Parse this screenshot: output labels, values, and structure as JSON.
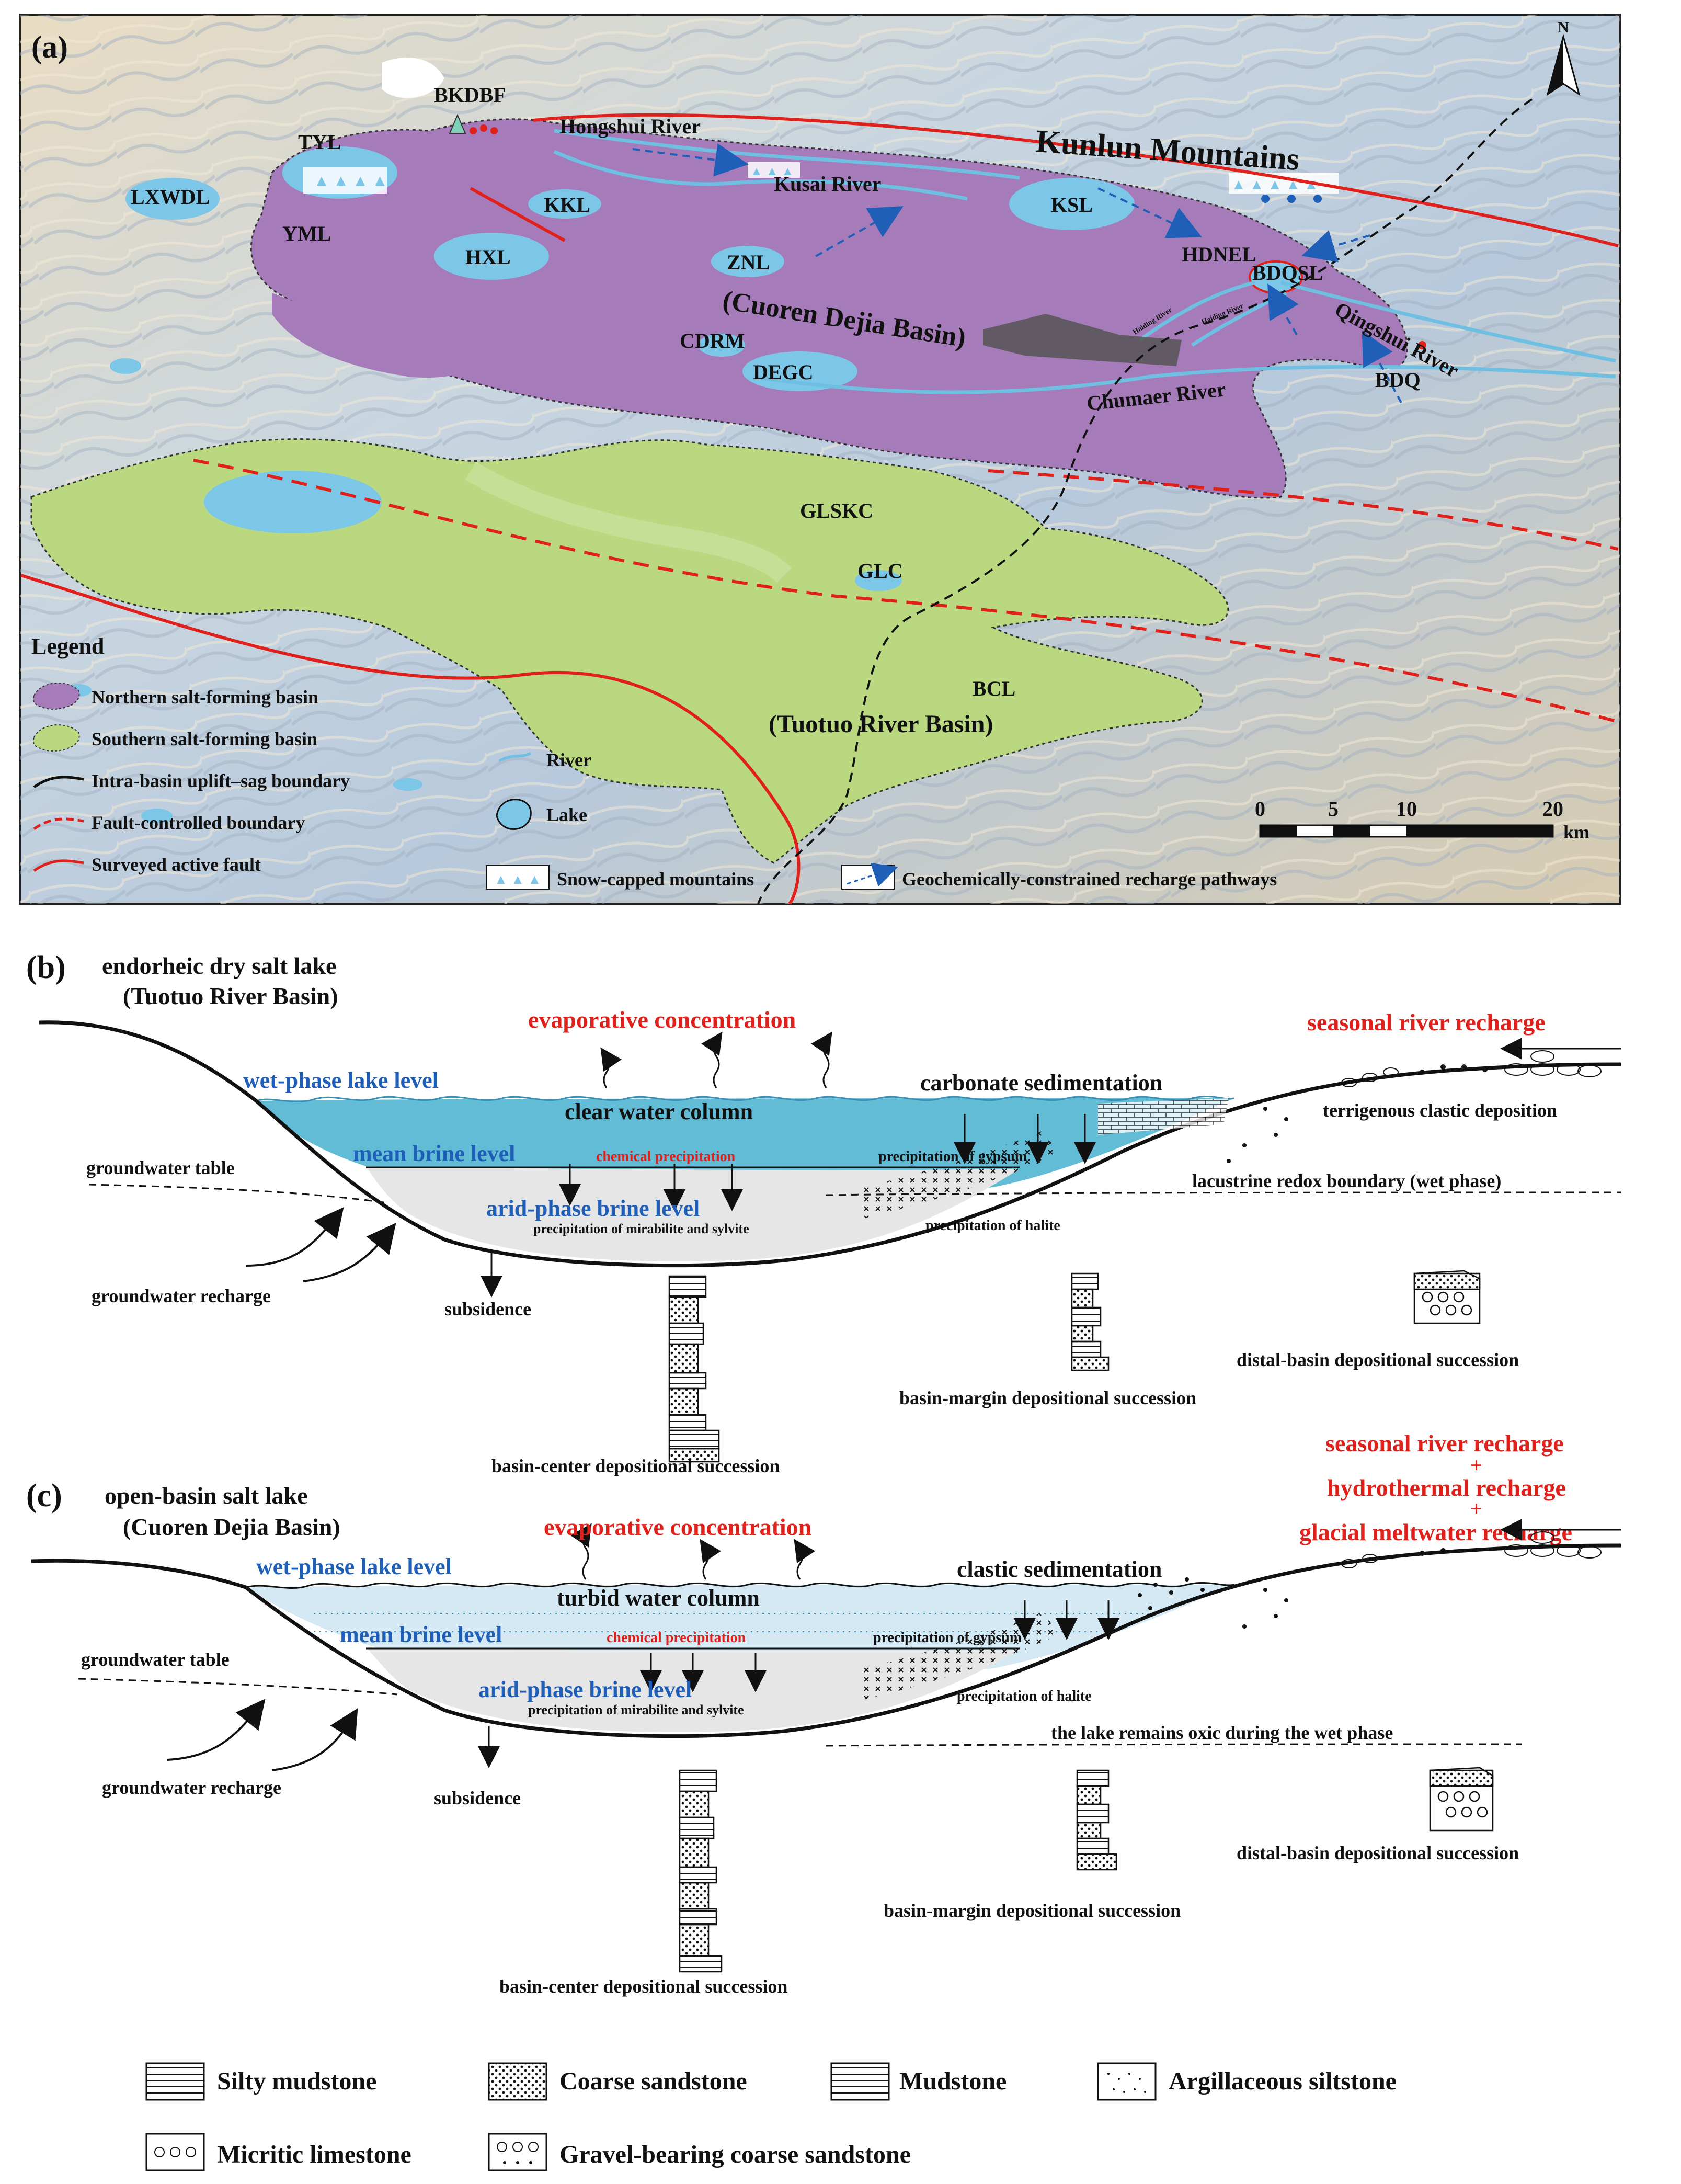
{
  "panel_a": {
    "label": "(a)",
    "north": "N",
    "mountains": "Kunlun Mountains",
    "basin_north": "(Cuoren Dejia Basin)",
    "basin_south": "(Tuotuo River Basin)",
    "lakes": {
      "tyl": "TYL",
      "lxwdl": "LXWDL",
      "yml": "YML",
      "kkl": "KKL",
      "hxl": "HXL",
      "znl": "ZNL",
      "ksl": "KSL",
      "hdnel": "HDNEL",
      "bdqsl": "BDQSL",
      "cdrm": "CDRM",
      "degc": "DEGC",
      "bdq": "BDQ",
      "glskc": "GLSKC",
      "glc": "GLC",
      "bcl": "BCL",
      "bkdbf": "BKDBF"
    },
    "rivers": {
      "hongshui": "Hongshui River",
      "kusai": "Kusai River",
      "qingshui": "Qingshui River",
      "chumaer": "Chumaer River",
      "haiding1": "Haiding River",
      "haiding2": "Haiding River"
    },
    "legend": {
      "title": "Legend",
      "north_basin": "Northern salt-forming basin",
      "south_basin": "Southern salt-forming basin",
      "uplift": "Intra-basin uplift–sag boundary",
      "fault_boundary": "Fault-controlled boundary",
      "active_fault": "Surveyed active fault",
      "river": "River",
      "lake": "Lake",
      "snow": "Snow-capped mountains",
      "recharge": "Geochemically-constrained recharge pathways"
    },
    "scale": {
      "ticks": [
        "0",
        "5",
        "10",
        "20"
      ],
      "unit": "km"
    },
    "colors": {
      "north": "#a67bb9",
      "south": "#b9d87f",
      "lake": "#7cc6e8",
      "river": "#6fbfe3",
      "fault": "#e0201b"
    }
  },
  "panel_b": {
    "label": "(b)",
    "title1": "endorheic dry salt lake",
    "title2": "(Tuotuo River Basin)",
    "evap": "evaporative concentration",
    "river_recharge": "seasonal river recharge",
    "wet_level": "wet-phase lake level",
    "carbonate": "carbonate sedimentation",
    "water_column": "clear water column",
    "terrigenous": "terrigenous clastic deposition",
    "groundwater_table": "groundwater table",
    "mean_brine": "mean brine level",
    "chem_precip": "chemical precipitation",
    "gypsum": "precipitation of gypsum",
    "redox": "lacustrine redox boundary (wet phase)",
    "arid_level": "arid-phase brine level",
    "mirabilite": "precipitation of mirabilite and sylvite",
    "halite": "precipitation of halite",
    "gw_recharge": "groundwater recharge",
    "subsidence": "subsidence",
    "distal": "distal-basin depositional succession",
    "margin": "basin-margin depositional succession",
    "center": "basin-center depositional succession"
  },
  "panel_c": {
    "label": "(c)",
    "title1": "open-basin salt lake",
    "title2": "(Cuoren Dejia Basin)",
    "recharge1": "seasonal river recharge",
    "plus1": "+",
    "recharge2": "hydrothermal recharge",
    "plus2": "+",
    "recharge3": "glacial meltwater recharge",
    "evap": "evaporative concentration",
    "wet_level": "wet-phase lake level",
    "clastic": "clastic sedimentation",
    "water_column": "turbid water column",
    "groundwater_table": "groundwater table",
    "mean_brine": "mean brine level",
    "chem_precip": "chemical precipitation",
    "gypsum": "precipitation of gypsum",
    "arid_level": "arid-phase brine level",
    "mirabilite": "precipitation of mirabilite and sylvite",
    "halite": "precipitation of halite",
    "oxic": "the lake remains oxic during the wet phase",
    "gw_recharge": "groundwater recharge",
    "subsidence": "subsidence",
    "distal": "distal-basin depositional succession",
    "margin": "basin-margin depositional succession",
    "center": "basin-center depositional succession"
  },
  "lithology_legend": {
    "silty_mudstone": "Silty mudstone",
    "coarse_sandstone": "Coarse sandstone",
    "mudstone": "Mudstone",
    "argillaceous_siltstone": "Argillaceous siltstone",
    "micritic_limestone": "Micritic limestone",
    "gravel_sandstone": "Gravel-bearing coarse sandstone"
  }
}
